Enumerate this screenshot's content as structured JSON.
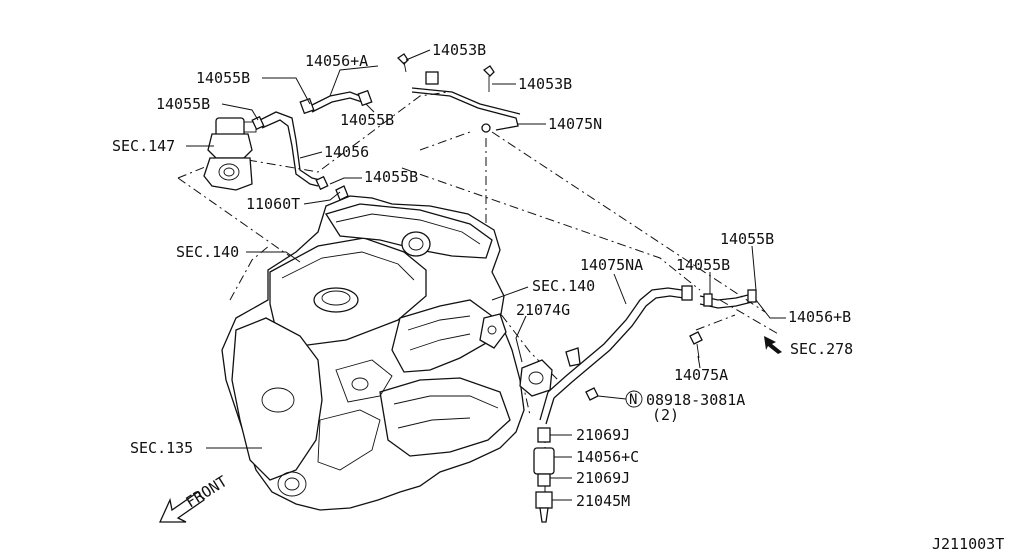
{
  "diagram": {
    "code": "J211003T",
    "front_label": "FRONT",
    "callouts": {
      "p14053B_top": "14053B",
      "p14056A": "14056+A",
      "p14055B_a": "14055B",
      "p14053B_mid": "14053B",
      "p14055B_b": "14055B",
      "p14055B_c": "14055B",
      "sec147": "SEC.147",
      "p14075N": "14075N",
      "p14056": "14056",
      "p14055B_d": "14055B",
      "p11060T": "11060T",
      "sec140_left": "SEC.140",
      "p14055B_e": "14055B",
      "p14075NA": "14075NA",
      "p14055B_f": "14055B",
      "sec140_right": "SEC.140",
      "p14056B": "14056+B",
      "p21074G": "21074G",
      "sec278": "SEC.278",
      "p14075A": "14075A",
      "nut_symbol": "N",
      "p08918": "08918-3081A",
      "qty": "(2)",
      "sec135": "SEC.135",
      "p21069J_a": "21069J",
      "p14056C": "14056+C",
      "p21069J_b": "21069J",
      "p21045M": "21045M"
    }
  }
}
